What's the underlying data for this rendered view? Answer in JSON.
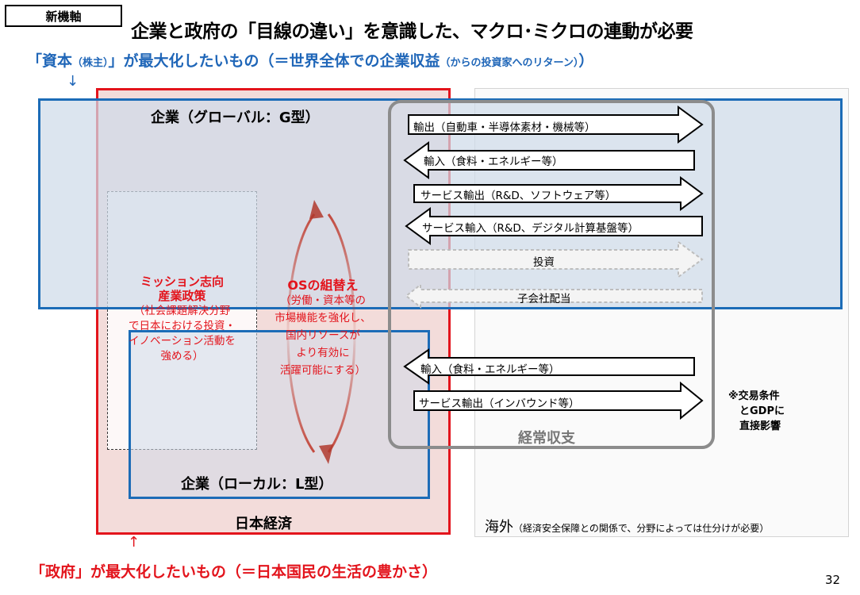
{
  "header": {
    "tag": "新機軸",
    "title": "企業と政府の「目線の違い」を意識した、マクロ･ミクロの連動が必要",
    "capital_main": "「資本",
    "capital_paren": "（株主）",
    "capital_rest": "」が最大化したいもの（＝世界全体での企業収益",
    "capital_tail": "（からの投資家へのリターン）",
    "capital_close": "）",
    "down_arrow": "↓"
  },
  "boxes": {
    "global_label": "企業（グローバル：G型）",
    "local_label": "企業（ローカル：L型）",
    "japan_label": "日本経済",
    "current_account_label": "経常収支",
    "overseas_label": "海外",
    "overseas_note": "（経済安全保障との関係で、分野によっては仕分けが必要）"
  },
  "mission": {
    "title_line1": "ミッション志向",
    "title_line2": "産業政策",
    "desc_line1": "（社会課題解決分野",
    "desc_line2": "で日本における投資・",
    "desc_line3": "イノベーション活動を",
    "desc_line4": "強める）"
  },
  "os": {
    "title": "OSの組替え",
    "desc_line1": "（労働・資本等の",
    "desc_line2": "市場機能を強化し、",
    "desc_line3": "国内リソースが",
    "desc_line4": "より有効に",
    "desc_line5": "活躍可能にする）"
  },
  "flows": {
    "export": "輸出（自動車・半導体素材・機械等）",
    "import_global": "輸入（食料・エネルギー等）",
    "service_export_global": "サービス輸出（R&D、ソフトウェア等）",
    "service_import": "サービス輸入（R&D、デジタル計算基盤等）",
    "investment": "投資",
    "dividend": "子会社配当",
    "import_local": "輸入（食料・エネルギー等）",
    "service_export_local": "サービス輸出（インバウンド等）"
  },
  "trade_note": {
    "line1": "※交易条件",
    "line2": "とGDPに",
    "line3": "直接影響"
  },
  "footer": {
    "up_arrow": "↑",
    "government": "「政府」が最大化したいもの（＝日本国民の生活の豊かさ）",
    "page_number": "32"
  },
  "colors": {
    "red": "#e3141c",
    "blue": "#1c6cb7",
    "gray": "#8c8c8c"
  }
}
